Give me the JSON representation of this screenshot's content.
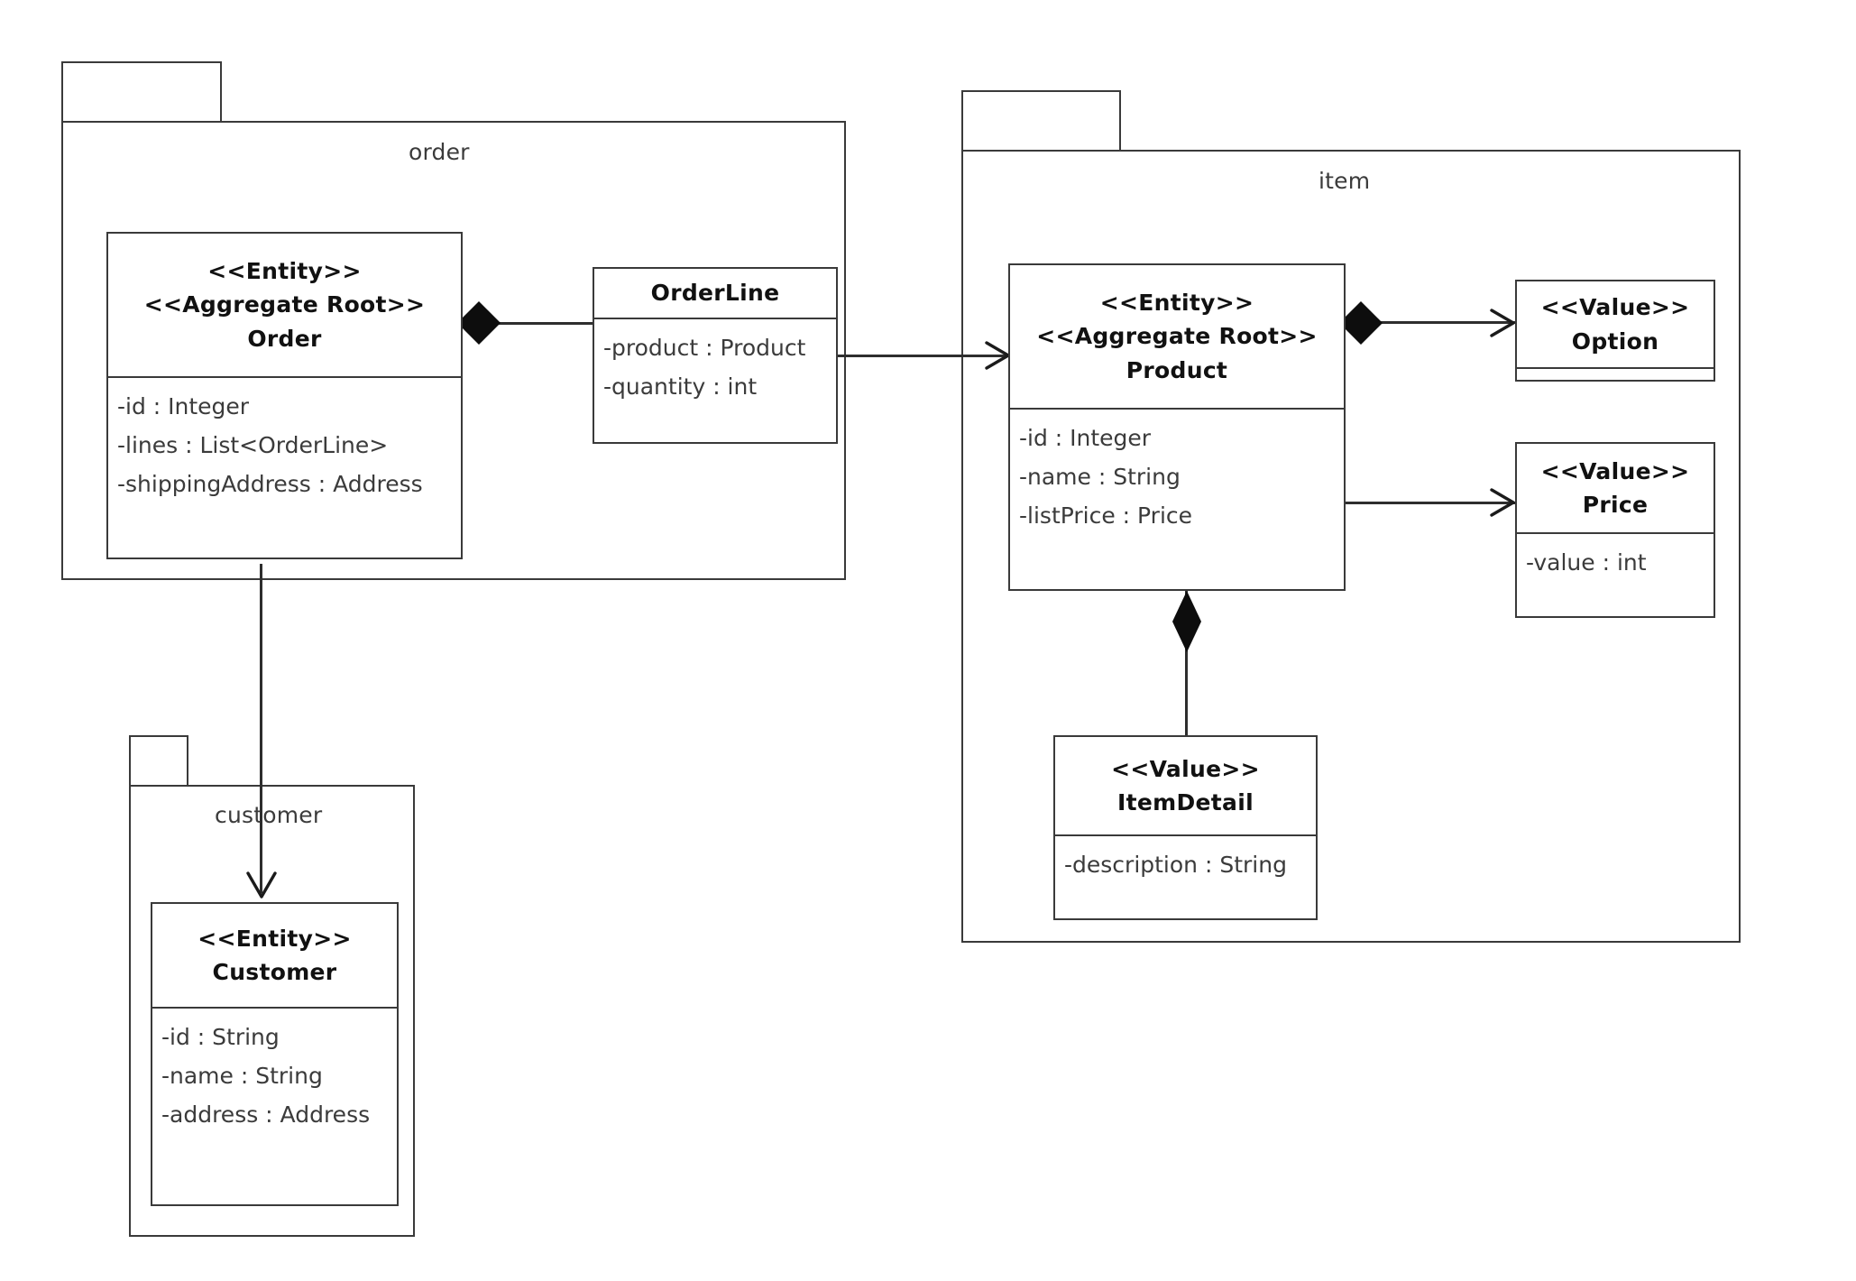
{
  "diagram": {
    "title": "Domain model UML class diagram",
    "stroke_color": "#3a3a3a",
    "fill_color": "#ffffff",
    "text_color": "#3b3b3b"
  },
  "packages": [
    {
      "id": "order",
      "label": "order"
    },
    {
      "id": "item",
      "label": "item"
    },
    {
      "id": "customer",
      "label": "customer"
    }
  ],
  "classes": [
    {
      "id": "order",
      "stereotypes": [
        "<<Entity>>",
        "<<Aggregate Root>>"
      ],
      "name": "Order",
      "attributes": [
        "-id : Integer",
        "-lines : List<OrderLine>",
        "-shippingAddress : Address"
      ]
    },
    {
      "id": "orderline",
      "stereotypes": [],
      "name": "OrderLine",
      "attributes": [
        "-product : Product",
        "-quantity : int"
      ]
    },
    {
      "id": "customer",
      "stereotypes": [
        "<<Entity>>"
      ],
      "name": "Customer",
      "attributes": [
        "-id : String",
        "-name : String",
        "-address : Address"
      ]
    },
    {
      "id": "product",
      "stereotypes": [
        "<<Entity>>",
        "<<Aggregate Root>>"
      ],
      "name": "Product",
      "attributes": [
        "-id : Integer",
        "-name : String",
        "-listPrice : Price"
      ]
    },
    {
      "id": "option",
      "stereotypes": [
        "<<Value>>"
      ],
      "name": "Option",
      "attributes": []
    },
    {
      "id": "price",
      "stereotypes": [
        "<<Value>>"
      ],
      "name": "Price",
      "attributes": [
        "-value : int"
      ]
    },
    {
      "id": "itemdetail",
      "stereotypes": [
        "<<Value>>"
      ],
      "name": "ItemDetail",
      "attributes": [
        "-description : String"
      ]
    }
  ],
  "relationships": [
    {
      "id": "order-orderline",
      "from": "Order",
      "to": "OrderLine",
      "type": "composition",
      "source_decoration": "filled-diamond",
      "target_decoration": "none"
    },
    {
      "id": "orderline-product",
      "from": "OrderLine",
      "to": "Product",
      "type": "association",
      "source_decoration": "none",
      "target_decoration": "open-arrow"
    },
    {
      "id": "order-customer",
      "from": "Order",
      "to": "Customer",
      "type": "association",
      "source_decoration": "none",
      "target_decoration": "open-arrow"
    },
    {
      "id": "product-option",
      "from": "Product",
      "to": "Option",
      "type": "composition",
      "source_decoration": "filled-diamond",
      "target_decoration": "open-arrow"
    },
    {
      "id": "product-price",
      "from": "Product",
      "to": "Price",
      "type": "association",
      "source_decoration": "none",
      "target_decoration": "open-arrow"
    },
    {
      "id": "product-itemdetail",
      "from": "Product",
      "to": "ItemDetail",
      "type": "composition",
      "source_decoration": "filled-diamond",
      "target_decoration": "none"
    }
  ]
}
